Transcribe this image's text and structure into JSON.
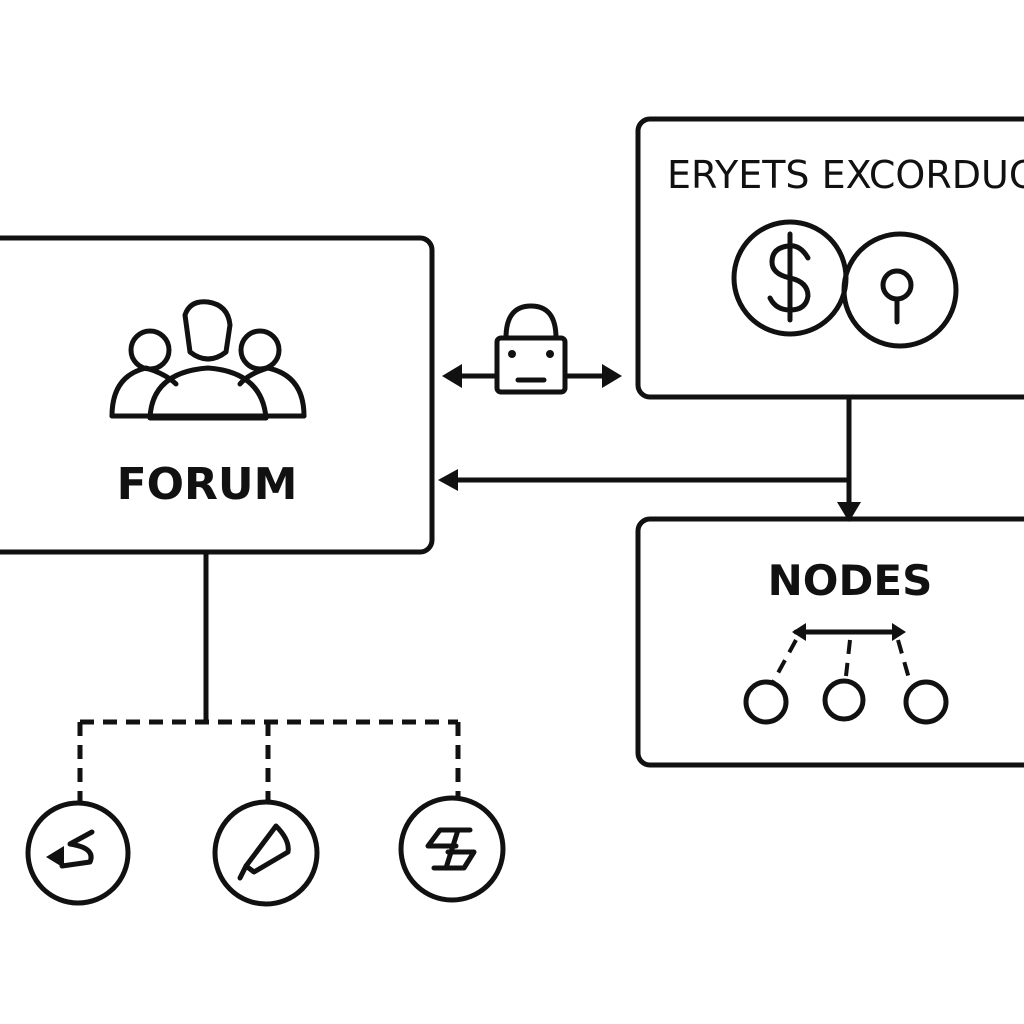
{
  "diagram": {
    "forum": {
      "label": "FORUM"
    },
    "experts": {
      "label": "ERYETS EXCORDUC"
    },
    "nodes": {
      "label": "NODES"
    },
    "icons": {
      "forum": "people-group-icon",
      "bridge": "shopping-basket-icon",
      "currency_left": "dollar-coin-icon",
      "currency_right": "coin-icon",
      "nodes_graph": "node-graph-icon",
      "child_1": "back-arrow-icon",
      "child_2": "pen-icon",
      "child_3": "swap-icon"
    }
  }
}
